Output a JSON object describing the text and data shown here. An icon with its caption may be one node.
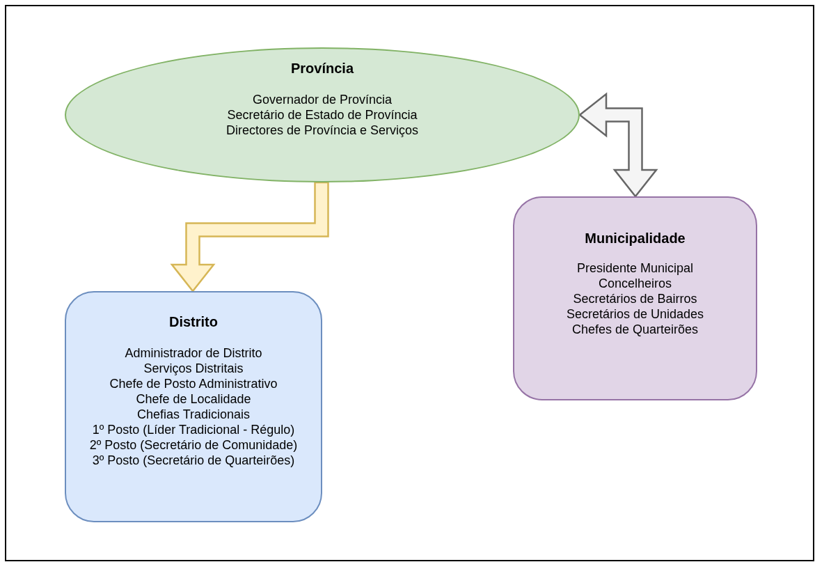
{
  "diagram": {
    "nodes": [
      {
        "text": [
          "Província",
          "Governador de Província",
          "Secretário de Estado de Província",
          "Directores de Província e Serviços"
        ]
      },
      {
        "text": [
          "Distrito",
          "Administrador de Distrito",
          "Serviços Distritais",
          "Chefe de Posto Administrativo",
          "Chefe de Localidade",
          "Chefias Tradicionais",
          "1º Posto (Líder Tradicional - Régulo)",
          "2º Posto (Secretário de Comunidade)",
          "3º Posto (Secretário de Quarteirões)"
        ]
      },
      {
        "text": [
          "Municipalidade",
          "Presidente Municipal",
          "Concelheiros",
          "Secretários de Bairros",
          "Secretários de Unidades",
          "Chefes de Quarteirões"
        ]
      }
    ],
    "edges": [
      {
        "from": 0,
        "to": 1,
        "arrow": "to",
        "style": "thick",
        "color": "#d6b656"
      },
      {
        "from": 0,
        "to": 2,
        "arrow": "both",
        "style": "thick",
        "color": "#666666"
      }
    ]
  }
}
